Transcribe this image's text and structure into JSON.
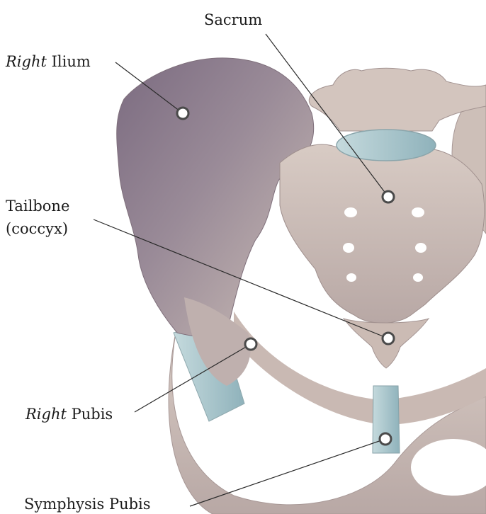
{
  "labels": {
    "sacrum": "Sacrum",
    "right_ilium_italic": "Right",
    "right_ilium": " Ilium",
    "tailbone_line1": "Tailbone",
    "tailbone_line2": "(coccyx)",
    "right_pubis_italic": "Right",
    "right_pubis": " Pubis",
    "symphysis_pubis": "Symphysis Pubis"
  },
  "colors": {
    "bone": "#cdbfb8",
    "bone_shadow": "#8f7f8d",
    "cartilage": "#a9c8cf"
  }
}
